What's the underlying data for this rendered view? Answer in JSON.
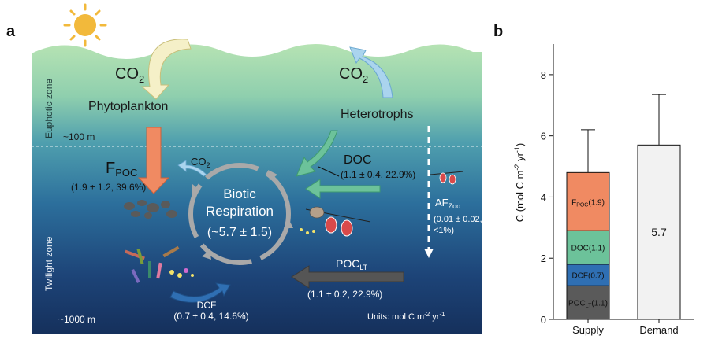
{
  "panel_a": {
    "label": "a",
    "co2_left": "CO",
    "co2_left_sub": "2",
    "co2_right": "CO",
    "co2_right_sub": "2",
    "co2_small": "CO",
    "co2_small_sub": "2",
    "phytoplankton": "Phytoplankton",
    "heterotrophs": "Heterotrophs",
    "euphotic_zone": "Euphotic zone",
    "twilight_zone": "Twilight zone",
    "depth_100": "~100 m",
    "depth_1000": "~1000 m",
    "fpoc_main": "F",
    "fpoc_sub": "POC",
    "fpoc_value": "(1.9 ± 1.2, 39.6%)",
    "doc_label": "DOC",
    "doc_value": "(1.1 ± 0.4, 22.9%)",
    "afzoo_main": "AF",
    "afzoo_sub": "Zoo",
    "afzoo_value_1": "(0.01 ± 0.02,",
    "afzoo_value_2": "<1%)",
    "biotic_1": "Biotic",
    "biotic_2": "Respiration",
    "biotic_3": "(~5.7 ± 1.5)",
    "poclt_main": "POC",
    "poclt_sub": "LT",
    "poclt_value": "(1.1 ± 0.2, 22.9%)",
    "dcf_label": "DCF",
    "dcf_value": "(0.7 ± 0.4, 14.6%)",
    "units_main": "Units: mol C m",
    "units_exp1": "-2",
    "units_mid": " yr",
    "units_exp2": "-1",
    "colors": {
      "fpoc": "#f08a62",
      "doc": "#6cc29a",
      "dcf": "#2f6fb3",
      "poclt": "#555555",
      "respiration": "#a9a9a9",
      "co2_in": "#f5f0c8",
      "co2_out": "#aad4ee"
    }
  },
  "panel_b": {
    "label": "b",
    "y_axis_main": "C (mol C m",
    "y_axis_exp1": "-2",
    "y_axis_mid": " yr",
    "y_axis_exp2": "-1",
    "y_axis_end": ")"
  },
  "chart_data": {
    "type": "bar",
    "categories": [
      "Supply",
      "Demand"
    ],
    "ylim": [
      0,
      9
    ],
    "yticks": [
      "0",
      "2",
      "4",
      "6",
      "8"
    ],
    "ylabel": "C (mol C m-2 yr-1)",
    "supply_segments": [
      {
        "label": "POCLT(1.1)",
        "main": "POC",
        "sub": "LT",
        "tail": "(1.1)",
        "value": 1.1,
        "color": "#5a5a5a"
      },
      {
        "label": "DCF(0.7)",
        "main": "DCF(0.7)",
        "sub": "",
        "tail": "",
        "value": 0.7,
        "color": "#2f6fb3"
      },
      {
        "label": "DOC(1.1)",
        "main": "DOC(1.1)",
        "sub": "",
        "tail": "",
        "value": 1.1,
        "color": "#6cc29a"
      },
      {
        "label": "FPOC(1.9)",
        "main": "F",
        "sub": "POC",
        "tail": "(1.9)",
        "value": 1.9,
        "color": "#f08a62"
      }
    ],
    "supply_total": 4.8,
    "supply_error": 1.4,
    "demand": {
      "value": 5.7,
      "label": "5.7",
      "error": 1.65,
      "color": "#f2f2f2"
    }
  }
}
